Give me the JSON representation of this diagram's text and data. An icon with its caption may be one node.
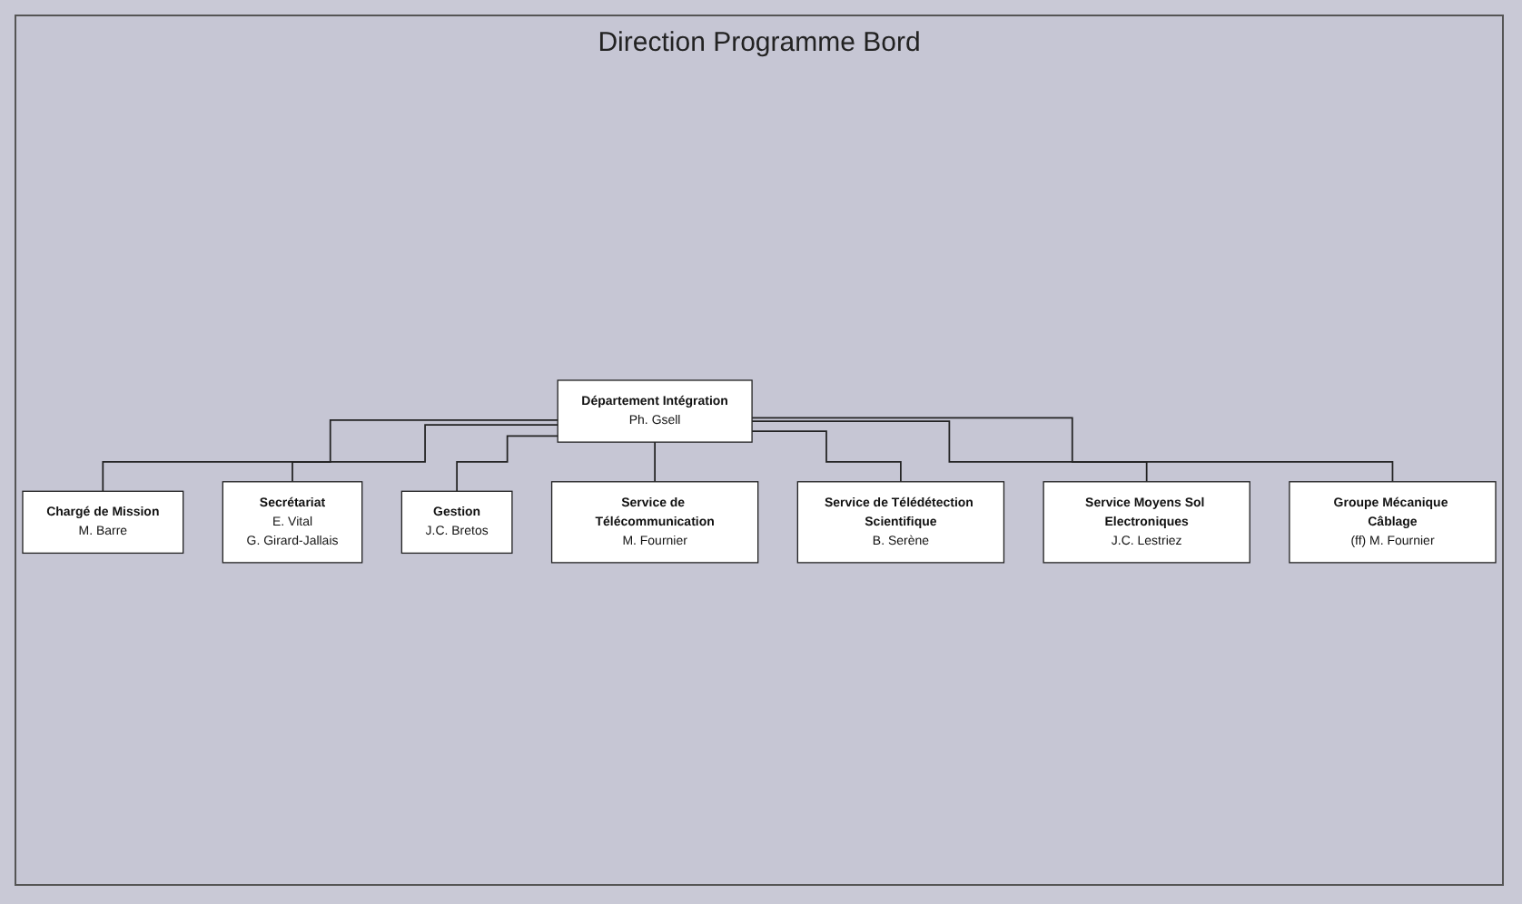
{
  "diagram": {
    "title": "Direction Programme Bord",
    "nodes": [
      {
        "text": [
          "Département Intégration",
          "Ph. Gsell"
        ]
      },
      {
        "text": [
          "Chargé de Mission",
          "M. Barre"
        ]
      },
      {
        "text": [
          "Secrétariat",
          "E. Vital",
          "G. Girard-Jallais"
        ]
      },
      {
        "text": [
          "Gestion",
          "J.C. Bretos"
        ]
      },
      {
        "text": [
          "Service de Télécommunication",
          "M. Fournier"
        ]
      },
      {
        "text": [
          "Service de Télédétection Scientifique",
          "B. Serène"
        ]
      },
      {
        "text": [
          "Service Moyens Sol Electroniques",
          "J.C. Lestriez"
        ]
      },
      {
        "text": [
          "Groupe Mécanique Câblage",
          "(ff) M. Fournier"
        ]
      }
    ],
    "edges": [
      {
        "from": 0,
        "to": 1,
        "arrow": "none"
      },
      {
        "from": 0,
        "to": 2,
        "arrow": "none"
      },
      {
        "from": 0,
        "to": 3,
        "arrow": "none"
      },
      {
        "from": 0,
        "to": 4,
        "arrow": "none"
      },
      {
        "from": 0,
        "to": 5,
        "arrow": "none"
      },
      {
        "from": 0,
        "to": 6,
        "arrow": "none"
      },
      {
        "from": 0,
        "to": 7,
        "arrow": "none"
      }
    ]
  }
}
